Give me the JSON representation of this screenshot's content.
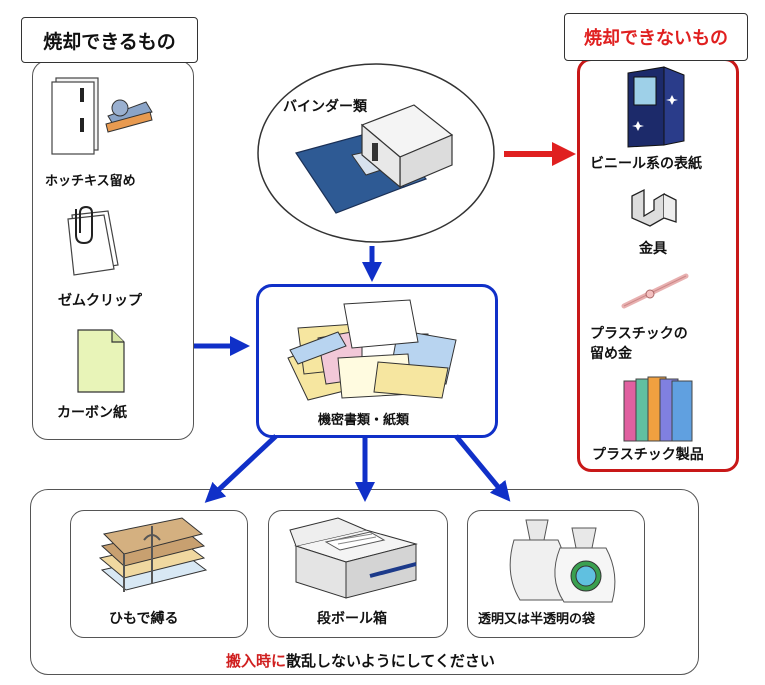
{
  "burnable": {
    "title": "焼却できるもの",
    "items": [
      "ホッチキス留め",
      "ゼムクリップ",
      "カーボン紙"
    ]
  },
  "non_burnable": {
    "title": "焼却できないもの",
    "items": [
      "ビニール系の表紙",
      "金具",
      "プラスチックの",
      "留め金",
      "プラスチック製品"
    ]
  },
  "binder_label": "バインダー類",
  "center_label": "機密書類・紙類",
  "bundle_methods": [
    "ひもで縛る",
    "段ボール箱",
    "透明又は半透明の袋"
  ],
  "footer": {
    "emphasis": "搬入時に",
    "rest": "散乱しないようにしてください"
  },
  "colors": {
    "red": "#e02020",
    "blue": "#1030c8",
    "dark_red": "#c81818"
  }
}
